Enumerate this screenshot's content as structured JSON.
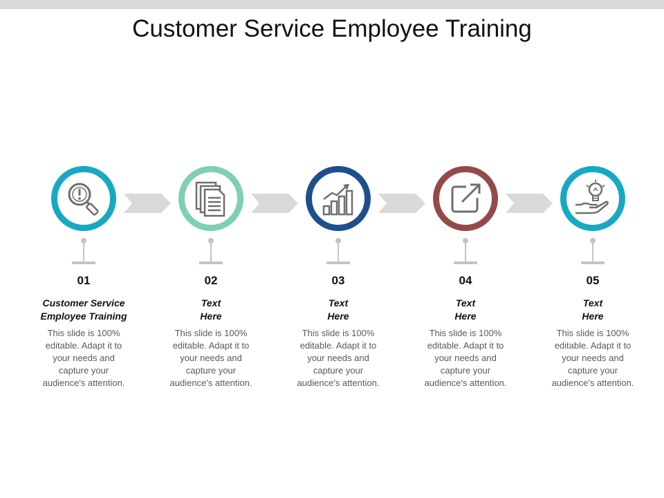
{
  "title": "Customer Service Employee Training",
  "colors": {
    "teal": "#17a9c3",
    "mint": "#7fcfb1",
    "navy": "#1f4e8c",
    "brown": "#944a4a",
    "arrow": "#d9d9d9",
    "icon": "#6e6e6e"
  },
  "steps": [
    {
      "number": "01",
      "heading_line1": "Customer Service",
      "heading_line2": "Employee Training",
      "desc_lines": [
        "This slide is 100%",
        "editable. Adapt it to",
        "your needs and",
        "capture your",
        "audience's attention."
      ],
      "icon": "magnifier-alert-icon",
      "ring_color": "#17a9c3"
    },
    {
      "number": "02",
      "heading_line1": "Text",
      "heading_line2": "Here",
      "desc_lines": [
        "This slide is 100%",
        "editable. Adapt it to",
        "your needs and",
        "capture your",
        "audience's attention."
      ],
      "icon": "documents-icon",
      "ring_color": "#7fcfb1"
    },
    {
      "number": "03",
      "heading_line1": "Text",
      "heading_line2": "Here",
      "desc_lines": [
        "This slide is 100%",
        "editable. Adapt it to",
        "your needs and",
        "capture your",
        "audience's attention."
      ],
      "icon": "growth-chart-icon",
      "ring_color": "#1f4e8c"
    },
    {
      "number": "04",
      "heading_line1": "Text",
      "heading_line2": "Here",
      "desc_lines": [
        "This slide is 100%",
        "editable. Adapt it to",
        "your needs and",
        "capture your",
        "audience's attention."
      ],
      "icon": "external-link-icon",
      "ring_color": "#944a4a"
    },
    {
      "number": "05",
      "heading_line1": "Text",
      "heading_line2": "Here",
      "desc_lines": [
        "This slide is 100%",
        "editable. Adapt it to",
        "your needs and",
        "capture your",
        "audience's attention."
      ],
      "icon": "hand-lightbulb-icon",
      "ring_color": "#17a9c3"
    }
  ]
}
